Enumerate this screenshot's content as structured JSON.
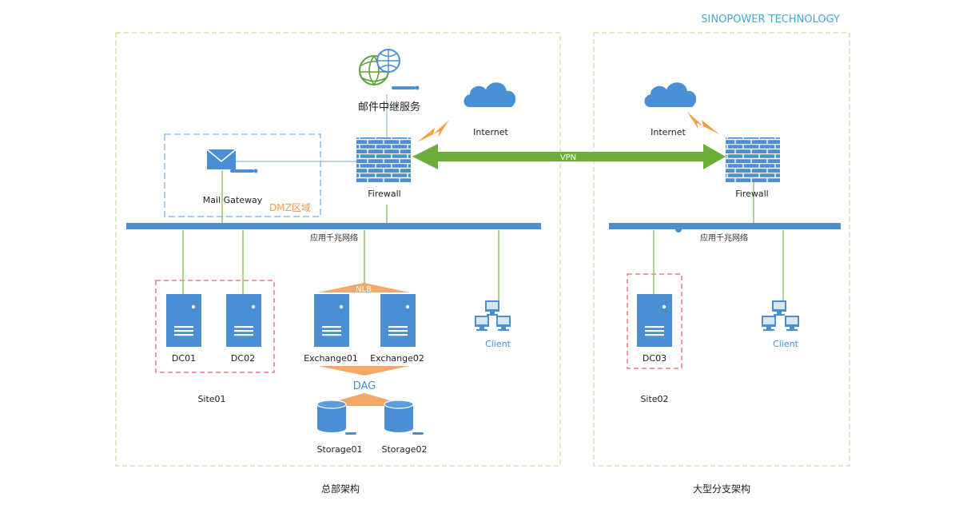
{
  "brand": "SINOPOWER TECHNOLOGY",
  "colors": {
    "brand": "#3fa9d8",
    "zone_border": "#d7e0a8",
    "dmz_border": "#8fbce6",
    "dmz_label": "#f39a51",
    "site_box": "#f07a7a",
    "network_bar": "#4d8fd1",
    "link_line": "#92c66a",
    "vpn_arrow": "#6cae39",
    "nlb_dag": "#f4a868",
    "server": "#4a8fd4",
    "firewall": "#4a8fd4",
    "cloud": "#4a8fd4",
    "lightning": "#f4a040",
    "client_label": "#4a8fd4"
  },
  "hq": {
    "caption": "总部架构",
    "relay_label": "邮件中继服务",
    "mail_gateway_label": "Mail Gateway",
    "dmz_label": "DMZ区域",
    "internet_label": "Internet",
    "firewall_label": "Firewall",
    "network_label": "应用千兆网络",
    "nlb_label": "NLB",
    "dag_label": "DAG",
    "site_label": "Site01",
    "client_label": "Client",
    "servers": [
      "DC01",
      "DC02",
      "Exchange01",
      "Exchange02"
    ],
    "storage": [
      "Storage01",
      "Storage02"
    ]
  },
  "vpn_label": "VPN",
  "branch": {
    "caption": "大型分支架构",
    "internet_label": "Internet",
    "firewall_label": "Firewall",
    "network_label": "应用千兆网络",
    "site_label": "Site02",
    "client_label": "Client",
    "servers": [
      "DC03"
    ]
  }
}
